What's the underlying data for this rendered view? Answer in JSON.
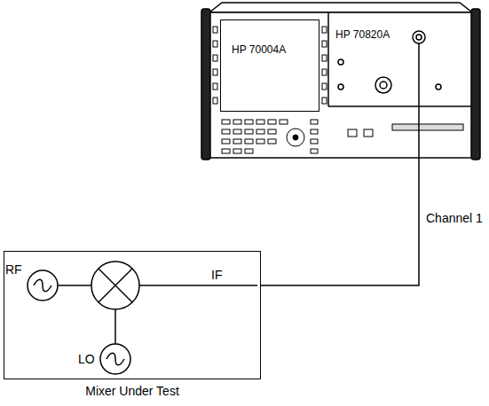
{
  "diagram": {
    "nodes": [
      {
        "text": [
          "HP 70004A"
        ]
      },
      {
        "text": [
          "HP 70820A"
        ]
      },
      {
        "text": [
          "Mixer Under Test"
        ]
      },
      {
        "text": [
          "RF"
        ],
        "in": 2
      },
      {
        "text": [
          "LO"
        ],
        "in": 2
      }
    ],
    "edges": [
      {
        "from": 2,
        "to": 1,
        "arrow": "none",
        "label": "Channel 1"
      }
    ],
    "labels": [
      "IF"
    ]
  }
}
